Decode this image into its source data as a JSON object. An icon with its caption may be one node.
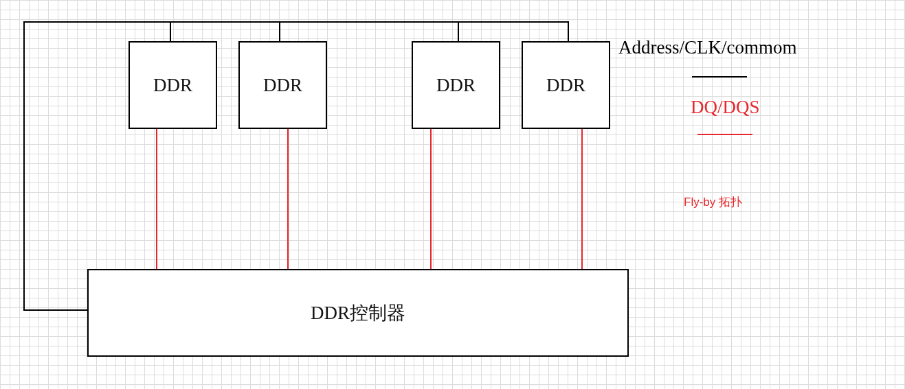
{
  "diagram": {
    "nodes": [
      {
        "text": [
          "DDR"
        ]
      },
      {
        "text": [
          "DDR"
        ]
      },
      {
        "text": [
          "DDR"
        ]
      },
      {
        "text": [
          "DDR"
        ]
      },
      {
        "text": [
          "DDR控制器"
        ]
      }
    ],
    "edges": [
      {
        "from": 4,
        "to": 0,
        "arrow": "none"
      },
      {
        "from": 4,
        "to": 1,
        "arrow": "none"
      },
      {
        "from": 4,
        "to": 2,
        "arrow": "none"
      },
      {
        "from": 4,
        "to": 3,
        "arrow": "none"
      },
      {
        "from": 4,
        "to": 0,
        "arrow": "none",
        "color": "#e8262b"
      },
      {
        "from": 4,
        "to": 1,
        "arrow": "none",
        "color": "#e8262b"
      },
      {
        "from": 4,
        "to": 2,
        "arrow": "none",
        "color": "#e8262b"
      },
      {
        "from": 4,
        "to": 3,
        "arrow": "none",
        "color": "#e8262b"
      }
    ],
    "labels": [
      "Fly-by 拓扑"
    ],
    "legend": [
      {
        "text": "Address/CLK/commom"
      },
      {
        "text": "DQ/DQS"
      }
    ]
  }
}
